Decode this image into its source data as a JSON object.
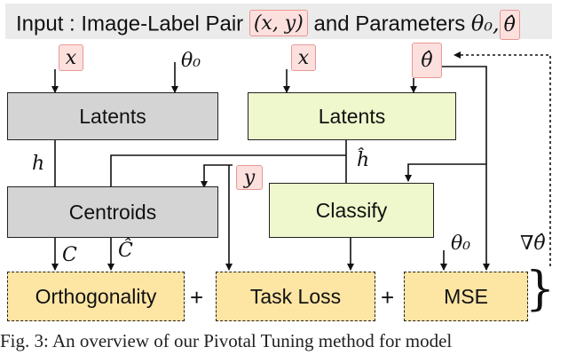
{
  "header": {
    "prefix": "Input : Image-Label Pair ",
    "pair": "(x, y)",
    "middle": " and Parameters ",
    "theta0": "θ₀,",
    "theta_hat": "θ̂"
  },
  "boxes": {
    "latents_left": "Latents",
    "latents_right": "Latents",
    "centroids": "Centroids",
    "classify": "Classify",
    "orthogonality": "Orthogonality",
    "task_loss": "Task Loss",
    "mse": "MSE"
  },
  "labels": {
    "x_left": "x",
    "theta0_top": "θ₀",
    "x_right": "x",
    "theta_hat_right": "θ̂",
    "h": "h",
    "h_hat": "ĥ",
    "y": "y",
    "C": "C",
    "C_hat": "Ĉ",
    "theta0_mse": "θ₀",
    "grad": "∇θ̂"
  },
  "operators": {
    "plus_1": "+",
    "plus_2": "+"
  },
  "caption": "Fig. 3: An overview of our Pivotal Tuning method for model",
  "colors": {
    "gray_box": "#d4d4d4",
    "green_box": "#eef8cc",
    "loss_box": "#fde5a4",
    "tag_fill": "#fbe0de",
    "tag_border": "#e89894"
  }
}
